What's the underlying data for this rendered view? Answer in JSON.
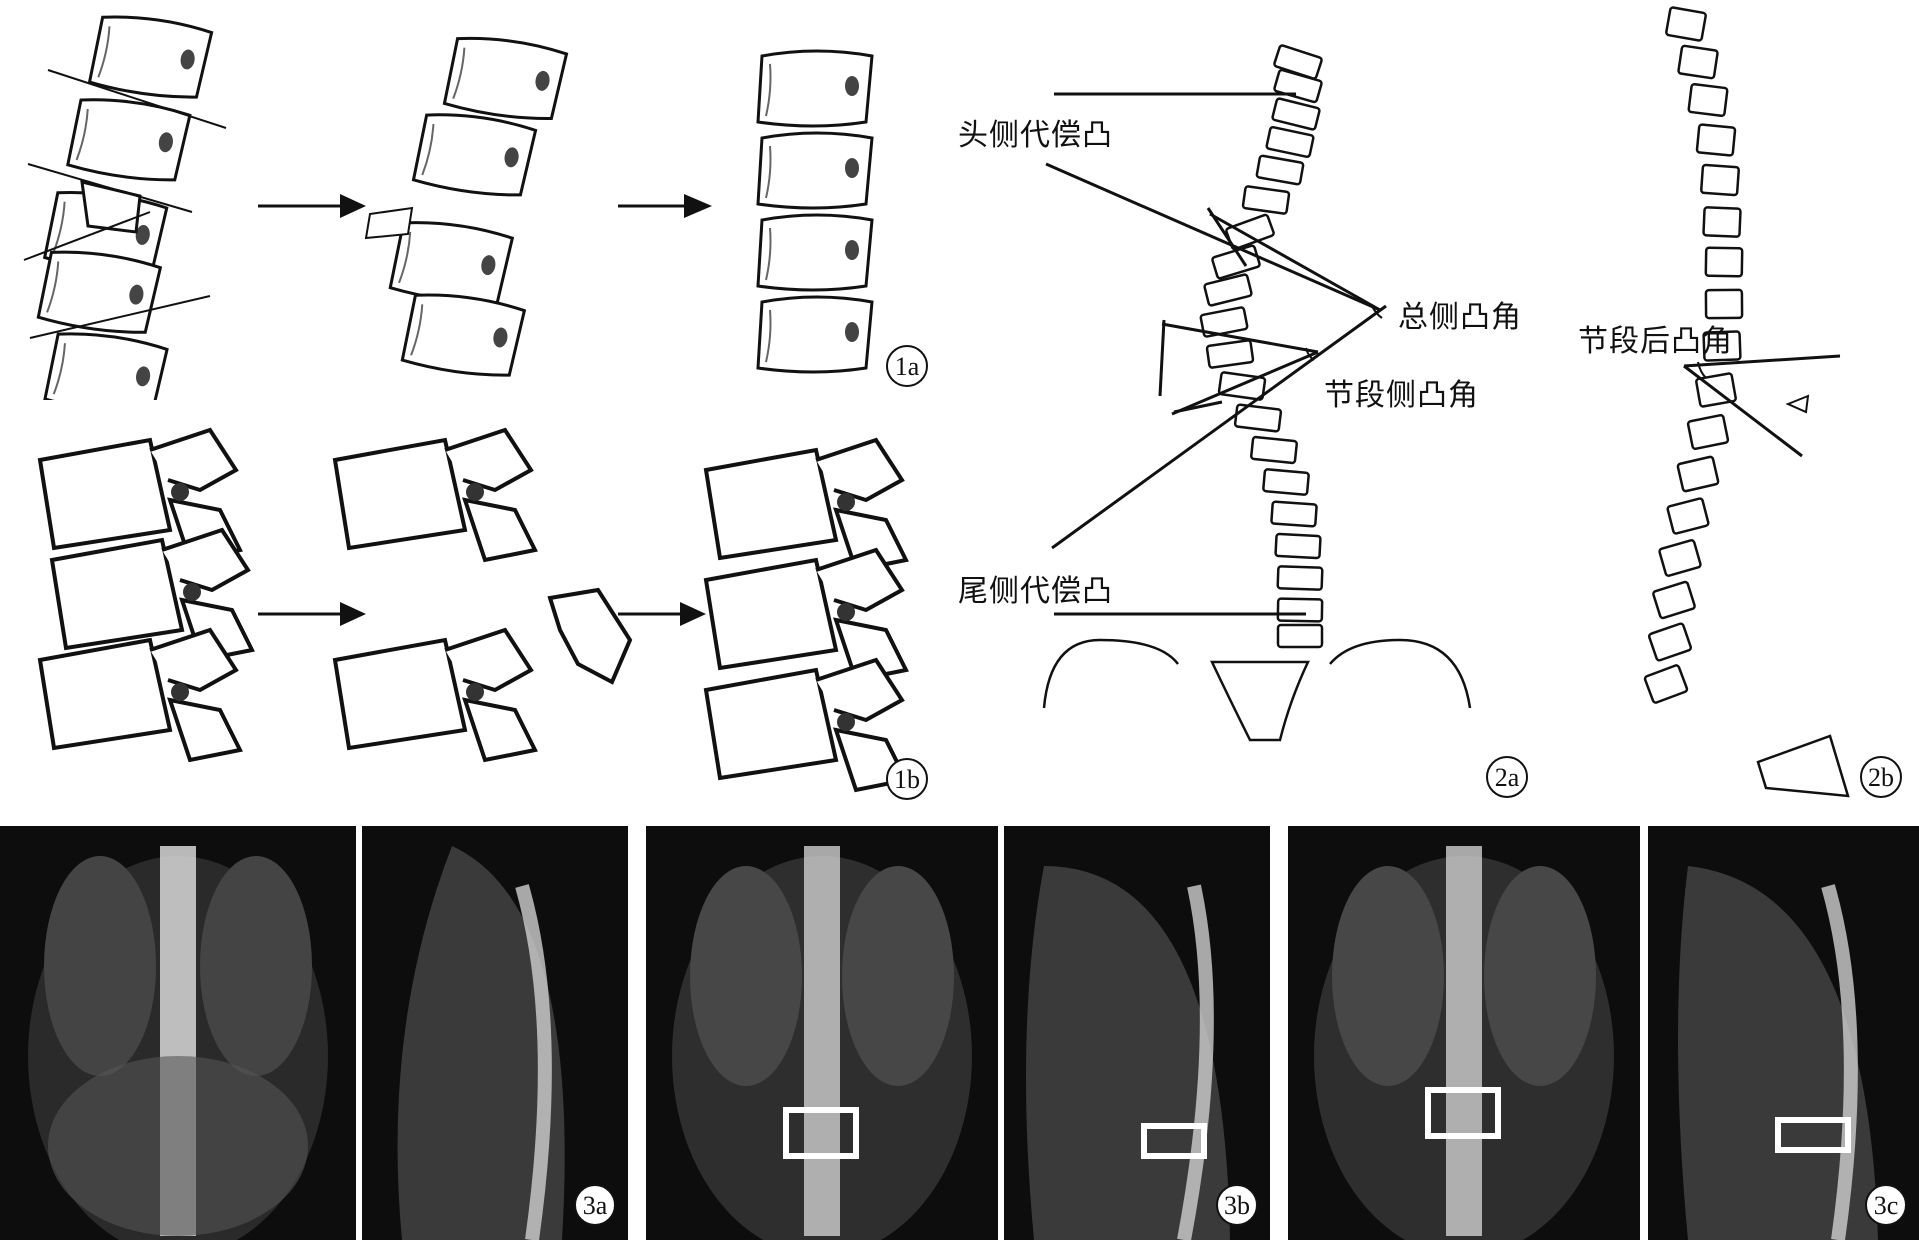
{
  "figure1": {
    "panel_1a_label": "1a",
    "panel_1b_label": "1b"
  },
  "figure2a": {
    "label": "2a",
    "cranial_compensatory_curve": "头侧代偿凸",
    "total_scoliosis_angle": "总侧凸角",
    "segmental_scoliosis_angle": "节段侧凸角",
    "caudal_compensatory_curve": "尾侧代偿凸"
  },
  "figure2b": {
    "label": "2b",
    "segmental_kyphosis_angle": "节段后凸角"
  },
  "figure3": {
    "label_3a": "3a",
    "label_3b": "3b",
    "label_3c": "3c"
  },
  "colors": {
    "ink": "#111111",
    "xray_bg": "#0d0d0d",
    "bone": "#e8e8e8"
  }
}
